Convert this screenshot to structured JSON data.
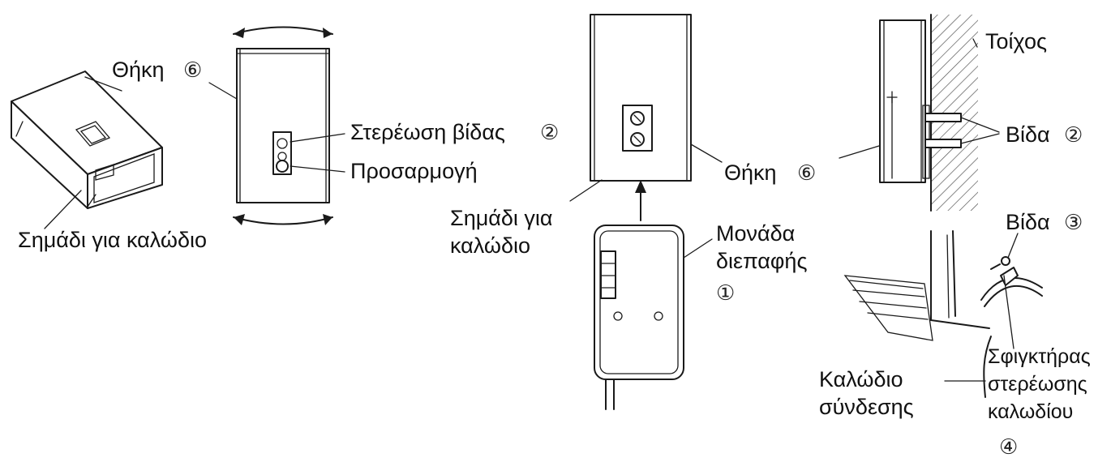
{
  "labels": {
    "case_left": "Θήκη",
    "cable_mark_left": "Σημάδι για καλώδιο",
    "screw_fixing": "Στερέωση βίδας",
    "adaptation": "Προσαρμογή",
    "cable_mark_center_1": "Σημάδι για",
    "cable_mark_center_2": "καλώδιο",
    "case_right": "Θήκη",
    "interface_unit_1": "Μονάδα",
    "interface_unit_2": "διεπαφής",
    "wall": "Τοίχος",
    "screw_2": "Βίδα",
    "screw_3": "Βίδα",
    "connection_cable_1": "Καλώδιο",
    "connection_cable_2": "σύνδεσης",
    "clamp_1": "Σφιγκτήρας",
    "clamp_2": "στερέωσης",
    "clamp_3": "καλωδίου"
  },
  "numbers": {
    "case_left": "⑥",
    "screw_fixing": "②",
    "case_right": "⑥",
    "interface_unit": "①",
    "screw_2": "②",
    "screw_3": "③",
    "clamp": "④"
  }
}
